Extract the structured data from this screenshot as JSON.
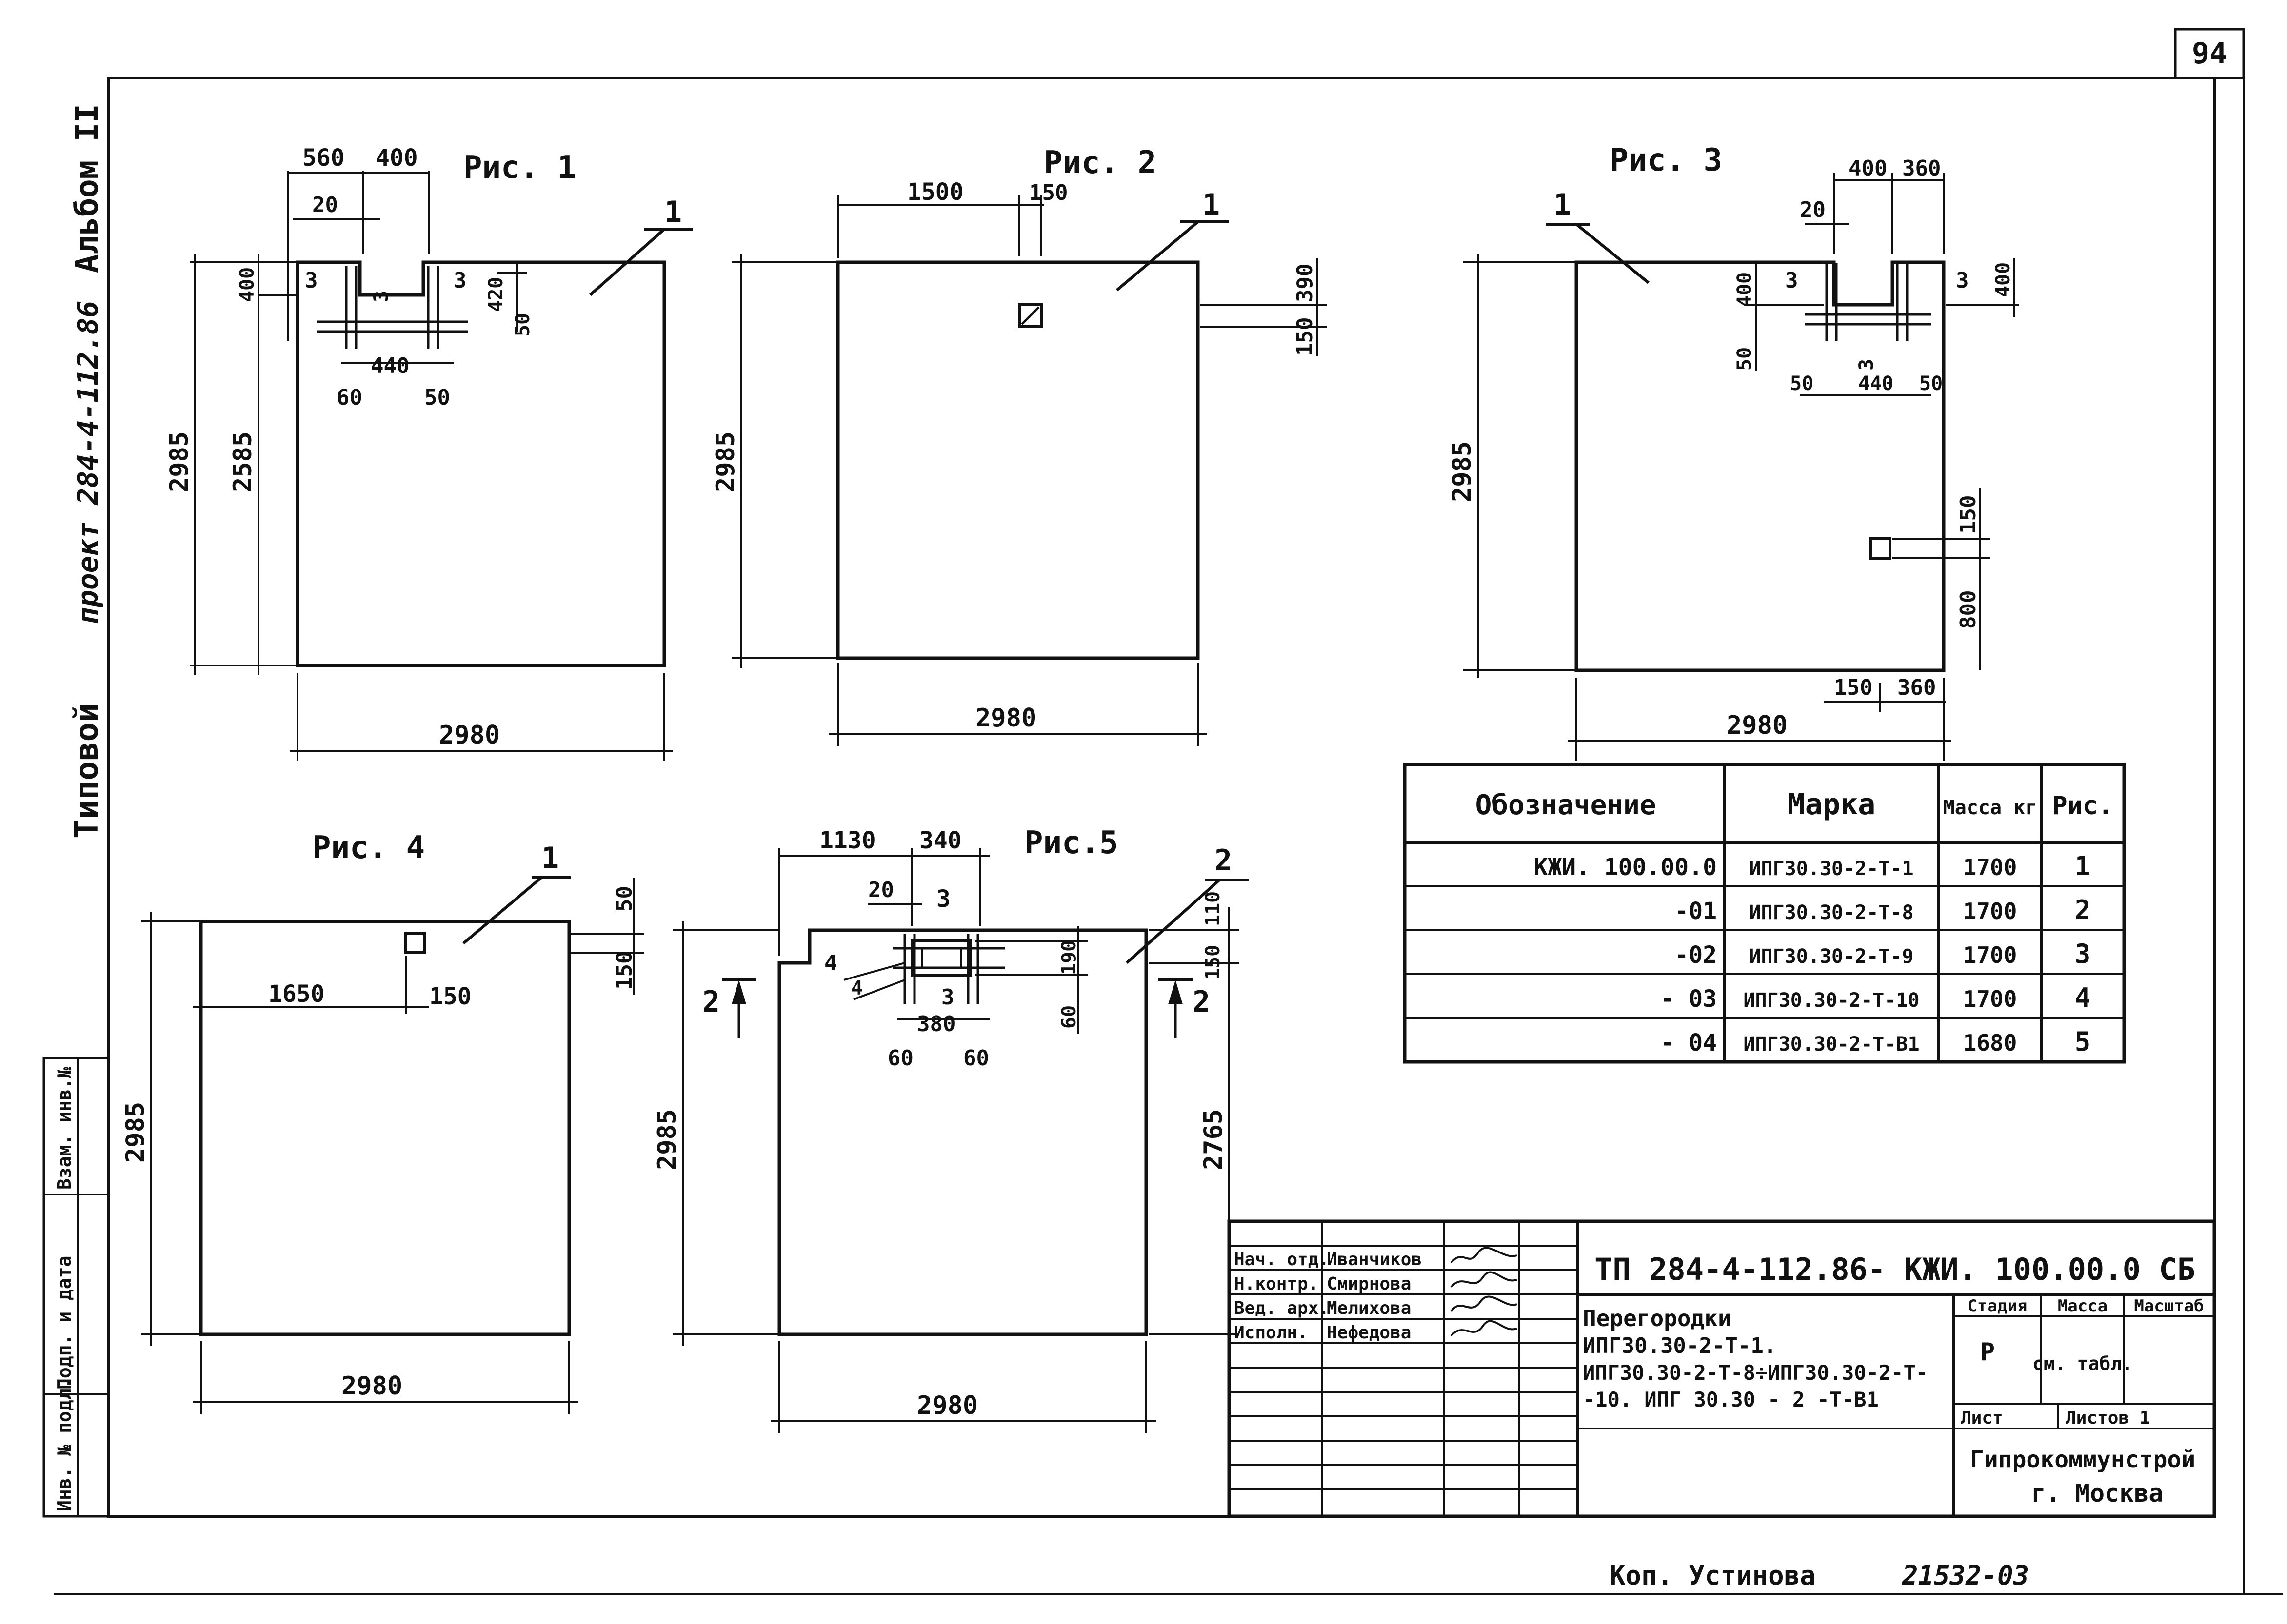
{
  "sheet_number": "94",
  "side_labels": {
    "typical_project": "Типовой",
    "project": "проект 284-4-112.86",
    "album": "Альбом II"
  },
  "left_stamp": {
    "cell1": "Инв. № подл.",
    "cell2": "Подп. и дата",
    "cell3": "Взам. инв.№"
  },
  "figures": {
    "fig1": {
      "title": "Рис. 1",
      "mark": "1",
      "dims": [
        "560",
        "400",
        "20",
        "400",
        "3",
        "3",
        "420",
        "3",
        "50",
        "440",
        "60",
        "50",
        "2985",
        "2585",
        "2980"
      ]
    },
    "fig2": {
      "title": "Рис. 2",
      "mark": "1",
      "dims": [
        "1500",
        "150",
        "390",
        "150",
        "2985",
        "2980"
      ]
    },
    "fig3": {
      "title": "Рис. 3",
      "mark": "1",
      "dims": [
        "400",
        "360",
        "20",
        "3",
        "400",
        "3",
        "400",
        "3",
        "50",
        "50",
        "440",
        "50",
        "150",
        "800",
        "2985",
        "150",
        "360",
        "2980"
      ]
    },
    "fig4": {
      "title": "Рис. 4",
      "mark": "1",
      "dims": [
        "50",
        "150",
        "1650",
        "150",
        "2985",
        "2980"
      ]
    },
    "fig5": {
      "title": "Рис.5",
      "mark": "2",
      "dims": [
        "1130",
        "340",
        "20",
        "3",
        "4",
        "4",
        "190",
        "3",
        "380",
        "60",
        "60",
        "60",
        "110",
        "150",
        "2985",
        "2765",
        "2980"
      ],
      "section_left": "2",
      "section_right": "2"
    }
  },
  "spec_table": {
    "headers": [
      "Обозначение",
      "Марка",
      "Масса кг",
      "Рис."
    ],
    "rows": [
      [
        "КЖИ. 100.00.0",
        "ИПГ30.30-2-Т-1",
        "1700",
        "1"
      ],
      [
        "-01",
        "ИПГ30.30-2-Т-8",
        "1700",
        "2"
      ],
      [
        "-02",
        "ИПГ30.30-2-Т-9",
        "1700",
        "3"
      ],
      [
        "- 03",
        "ИПГ30.30-2-Т-10",
        "1700",
        "4"
      ],
      [
        "- 04",
        "ИПГ30.30-2-Т-В1",
        "1680",
        "5"
      ]
    ]
  },
  "title_block": {
    "code": "ТП 284-4-112.86- КЖИ. 100.00.0 СБ",
    "roles": [
      "Нач. отд.",
      "Н.контр.",
      "Вед. арх.",
      "Исполн."
    ],
    "names": [
      "Иванчиков",
      "Смирнова",
      "Мелихова",
      "Нефедова"
    ],
    "description": [
      "Перегородки",
      "ИПГ30.30-2-Т-1.",
      "ИПГ30.30-2-Т-8÷ИПГ30.30-2-Т-",
      "-10. ИПГ 30.30 - 2 -Т-В1"
    ],
    "stage_label": "Стадия",
    "mass_label": "Масса",
    "scale_label": "Масштаб",
    "stage": "Р",
    "mass_value": "см. табл.",
    "sheet_label": "Лист",
    "sheets_label": "Листов 1",
    "org": [
      "Гипрокоммунстрой",
      "г. Москва"
    ]
  },
  "footer": {
    "copied": "Коп. Устинова",
    "number": "21532-03"
  }
}
